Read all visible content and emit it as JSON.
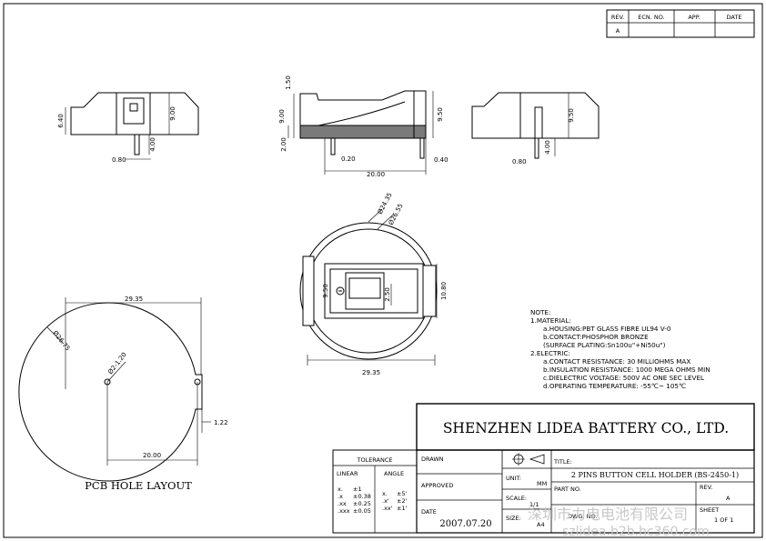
{
  "revision_table": {
    "headers": [
      "REV.",
      "ECN. NO.",
      "APP.",
      "DATE"
    ],
    "row": [
      "A",
      "",
      "",
      ""
    ]
  },
  "company": "SHENZHEN LIDEA BATTERY CO., LTD.",
  "title_block": {
    "title_label": "TITLE:",
    "title_value": "2 PINS BUTTON CELL HOLDER (BS-2450-1)",
    "unit_label": "UNIT:",
    "unit_value": "MM",
    "part_no_label": "PART NO.",
    "rev_label": "REV.",
    "rev_value": "A",
    "scale_label": "SCALE:",
    "scale_value": "1/1",
    "size_label": "SIZE:",
    "size_value": "A4",
    "dwg_no_label": "DWG. NO.",
    "sheet_label": "SHEET",
    "sheet_value": "1 OF 1",
    "drawn_label": "DRAWN",
    "approved_label": "APPROVED",
    "date_label": "DATE",
    "date_value": "2007.07.20"
  },
  "tolerance": {
    "title": "TOLERANCE",
    "linear_label": "LINEAR",
    "angle_label": "ANGLE",
    "linear_rows": [
      {
        "fmt": "x.",
        "val": "±1"
      },
      {
        "fmt": ".x",
        "val": "±0.38"
      },
      {
        "fmt": ".xx",
        "val": "±0.25"
      },
      {
        "fmt": ".xxx",
        "val": "±0.05"
      }
    ],
    "angle_rows": [
      {
        "fmt": "x.",
        "val": "±5'"
      },
      {
        "fmt": ".x'",
        "val": "±2'"
      },
      {
        "fmt": ".xx'",
        "val": "±1'"
      }
    ]
  },
  "notes": [
    "NOTE:",
    "1.MATERIAL:",
    "a.HOUSING:PBT GLASS FIBRE UL94 V-0",
    "b.CONTACT:PHOSPHOR BRONZE",
    "(SURFACE PLATING:Sn100u\"+Ni50u\")",
    "2.ELECTRIC:",
    "a.CONTACT RESISTANCE: 30 MILLIOHMS MAX",
    "b.INSULATION RESISTANCE: 1000 MEGA OHMS MIN",
    "c.DIELECTRIC VOLTAGE: 500V AC ONE SEC LEVEL",
    "d.OPERATING TEMPERATURE: -55℃~ 105℃"
  ],
  "pcb_label": "PCB HOLE LAYOUT",
  "dimensions": {
    "front_height_left": "6.40",
    "front_height_right": "9.00",
    "front_pin_width": "0.80",
    "front_pin_len": "4.00",
    "side_top": "1.50",
    "side_height": "9.00",
    "side_base": "2.00",
    "side_right": "9.50",
    "side_pin": "0.20",
    "side_width": "20.00",
    "side_pin_right": "0.40",
    "right_height": "9.50",
    "right_pin_width": "0.80",
    "right_pin_len": "4.00",
    "top_d1": "Ø24.35",
    "top_d2": "Ø26.55",
    "top_h1": "9.50",
    "top_h2": "2.50",
    "top_h3": "10.80",
    "top_width": "29.35",
    "pcb_width": "29.35",
    "pcb_diam": "Ø26.75",
    "pcb_hole": "Ø2-1.20",
    "pcb_offset": "1.22",
    "pcb_pitch": "20.00"
  },
  "watermark": {
    "line1": "深圳市力电电池有限公司",
    "line2": "szlidea.b2b.hc360.com"
  }
}
